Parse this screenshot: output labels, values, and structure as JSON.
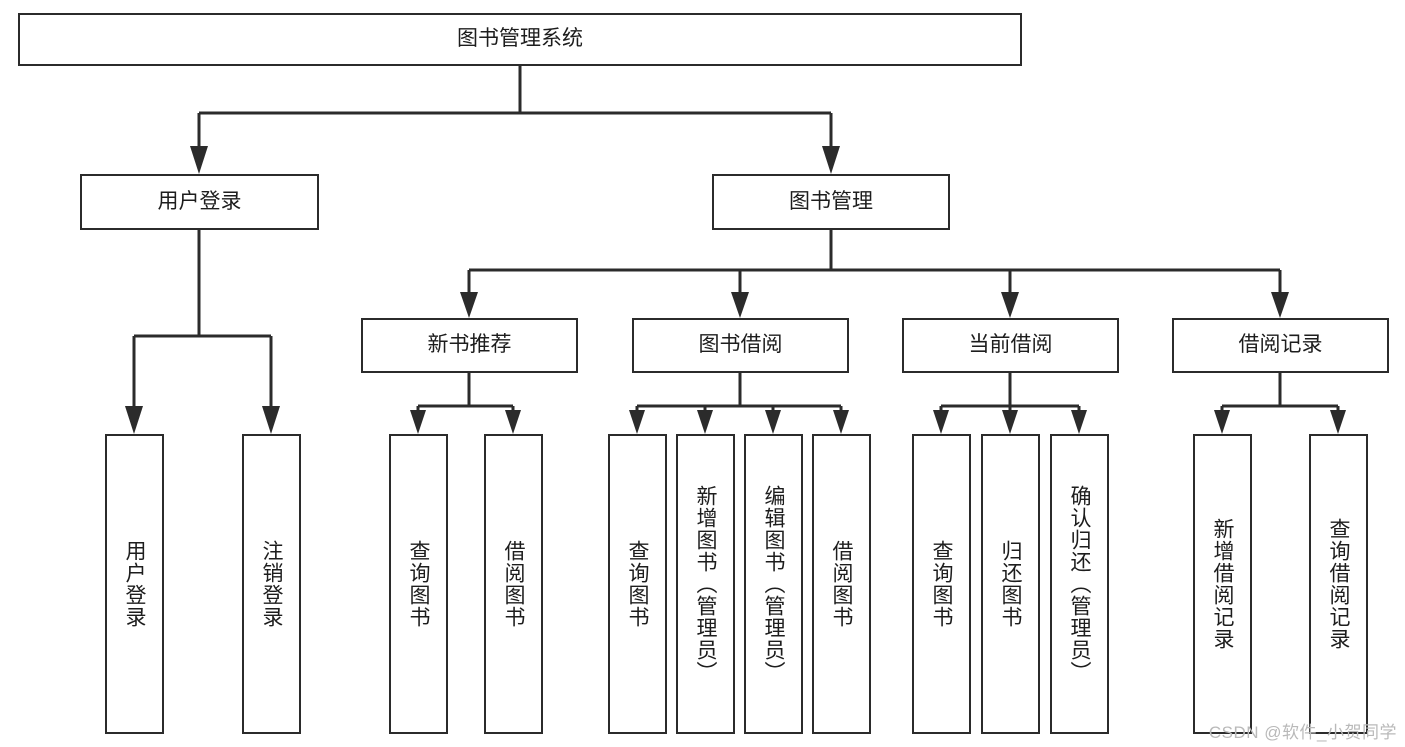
{
  "diagram": {
    "title": "图书管理系统",
    "watermark": "CSDN @软件_小贺同学",
    "type": "hierarchy-tree",
    "levels": 4,
    "root": {
      "label": "图书管理系统"
    },
    "level2": [
      {
        "label": "用户登录"
      },
      {
        "label": "图书管理"
      }
    ],
    "level3": [
      {
        "label": "新书推荐"
      },
      {
        "label": "图书借阅"
      },
      {
        "label": "当前借阅"
      },
      {
        "label": "借阅记录"
      }
    ],
    "leaves": {
      "user_login": [
        {
          "label": "用户登录"
        },
        {
          "label": "注销登录"
        }
      ],
      "new_book_recommend": [
        {
          "label": "查询图书"
        },
        {
          "label": "借阅图书"
        }
      ],
      "book_borrow": [
        {
          "label": "查询图书"
        },
        {
          "label": "新增图书（管理员）"
        },
        {
          "label": "编辑图书（管理员）"
        },
        {
          "label": "借阅图书"
        }
      ],
      "current_borrow": [
        {
          "label": "查询图书"
        },
        {
          "label": "归还图书"
        },
        {
          "label": "确认归还（管理员）"
        }
      ],
      "borrow_record": [
        {
          "label": "新增借阅记录"
        },
        {
          "label": "查询借阅记录"
        }
      ]
    },
    "colors": {
      "stroke": "#2b2b2b",
      "fill": "#ffffff",
      "text": "#1d1d1d",
      "watermark": "#b9b9b9"
    }
  }
}
